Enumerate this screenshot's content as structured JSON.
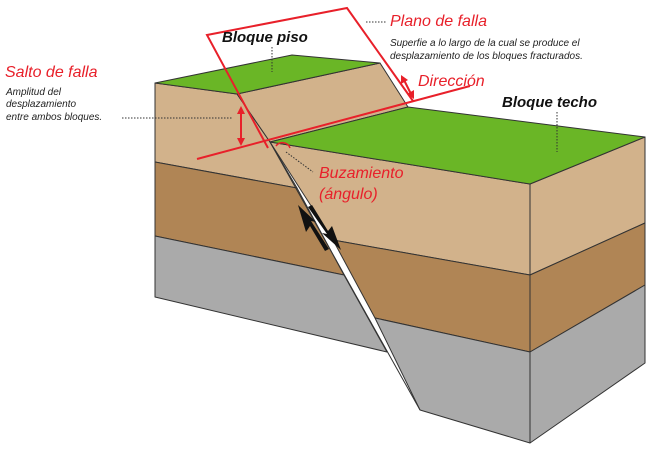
{
  "labels": {
    "bloque_piso": "Bloque piso",
    "bloque_techo": "Bloque techo",
    "plano_de_falla": "Plano de falla",
    "plano_desc_1": "Superfie a lo largo de la cual se produce el",
    "plano_desc_2": "desplazamiento de los bloques fracturados.",
    "salto_de_falla": "Salto de falla",
    "salto_desc_1": "Amplitud del",
    "salto_desc_2": "desplazamiento",
    "salto_desc_3": "entre ambos bloques.",
    "direccion": "Dirección",
    "buzamiento": "Buzamiento",
    "angulo": "(ángulo)"
  },
  "colors": {
    "grass": "#6ab626",
    "topsoil": "#d2b28b",
    "clay": "#b08555",
    "rock": "#aaaaaa",
    "accent": "#e8202a"
  }
}
